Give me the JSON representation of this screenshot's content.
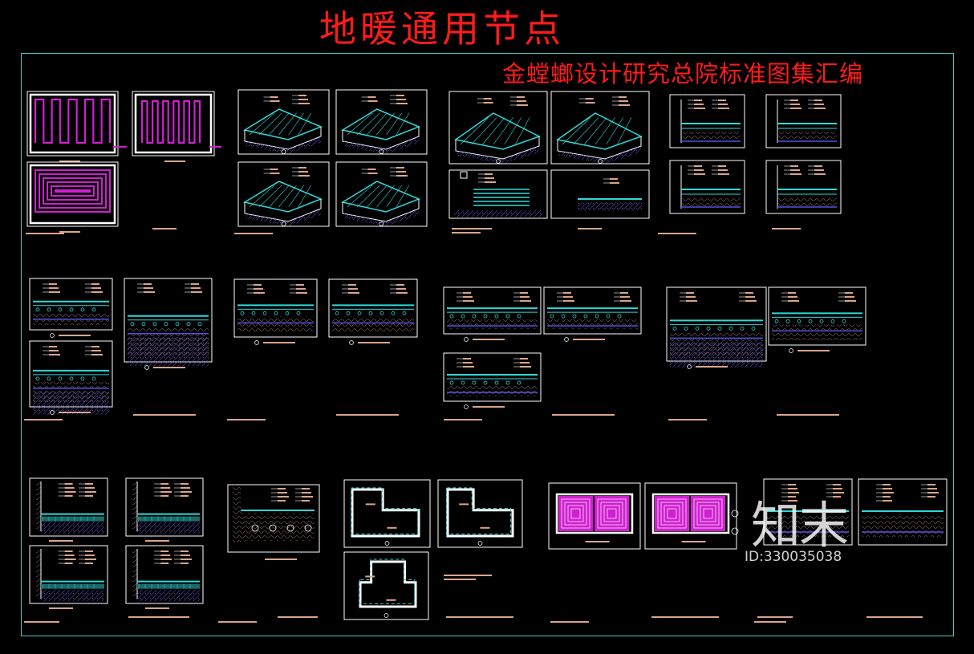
{
  "drawing": {
    "title": "地暖通用节点",
    "subtitle": "金螳螂设计研究总院标准图集汇编"
  },
  "watermark": {
    "logo_text": "知末",
    "id_text": "ID:330035038"
  },
  "colors": {
    "background": "#000000",
    "frame": "#48c8c8",
    "title_red": "#ff1b1b",
    "heating_pipe": "#d020d0",
    "detail_cyan": "#30d8d8",
    "label_tan": "#d9a58a",
    "earth_blue": "#5050e0",
    "white_line": "#ffffff"
  }
}
